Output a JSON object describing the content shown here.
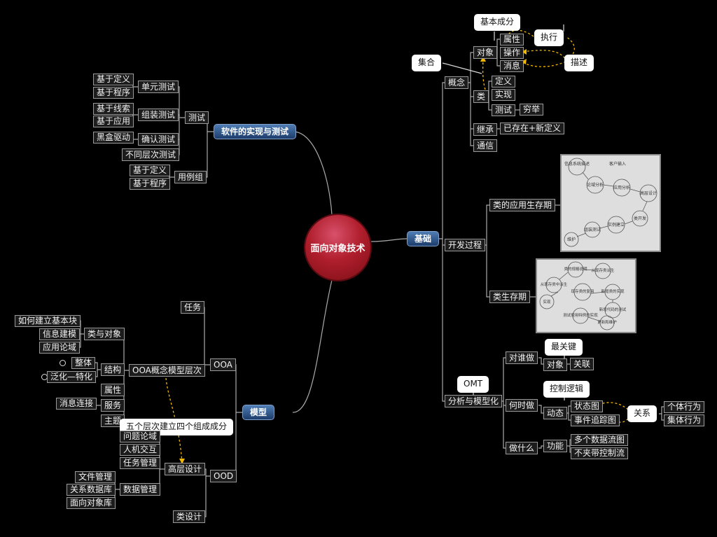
{
  "center": "面向对象技术",
  "branches": {
    "software": "软件的实现与测试",
    "basics": "基础",
    "model": "模型"
  },
  "testing": {
    "label": "测试",
    "unit": "单元测试",
    "unit_items": [
      "基于定义",
      "基于程序"
    ],
    "assembly": "组装测试",
    "assembly_items": [
      "基于线索",
      "基于应用"
    ],
    "confirm": "确认测试",
    "blackbox": "黑盒驱动",
    "levels": "不同层次测试",
    "usecase": "用例组",
    "usecase_items": [
      "基于定义",
      "基于程序"
    ]
  },
  "concept": {
    "label": "概念",
    "object": "对象",
    "object_items": [
      "属性",
      "操作",
      "消息"
    ],
    "class": "类",
    "class_items": [
      "定义",
      "实现",
      "测试"
    ],
    "exhaust": "穷举",
    "inherit": "继承",
    "inherit_detail": "已存在+新定义",
    "comm": "通信"
  },
  "callouts": {
    "basic": "基本成分",
    "collection": "集合",
    "execute": "执行",
    "describe": "描述",
    "key": "最关键",
    "omt": "OMT",
    "control": "控制逻辑",
    "relation": "关系",
    "five": "五个层次建立四个组成成分"
  },
  "devprocess": {
    "label": "开发过程",
    "app_lifecycle": "类的应用生存期",
    "class_lifecycle": "类生存期",
    "diagram1": [
      "信息系统描述",
      "客户输入",
      "论域分析",
      "应用分析",
      "高层设计",
      "类开发",
      "实例建立",
      "组装测试",
      "维护"
    ],
    "diagram2": [
      "类的规格说明",
      "从现存类派生",
      "从现存类中派生",
      "现存类的复用",
      "新增类的实现",
      "实现",
      "新增代码的测试",
      "测试使用特例的实现",
      "更新和维护"
    ]
  },
  "omt": {
    "label": "分析与模型化",
    "who": "对谁做",
    "object": "对象",
    "relation": "关联",
    "when": "何时做",
    "dynamic": "动态",
    "state_diagram": "状态图",
    "event_trace": "事件追踪图",
    "individual": "个体行为",
    "collective": "集体行为",
    "what": "做什么",
    "function": "功能",
    "dataflow": "多个数据流图",
    "no_control": "不夹带控制流"
  },
  "model": {
    "ooa": "OOA",
    "task": "任务",
    "ooa_layers": "OOA概念模型层次",
    "class_object": "类与对象",
    "co_items": [
      "如何建立基本块",
      "信息建模",
      "应用论域"
    ],
    "structure": "结构",
    "whole": "整体",
    "generalize": "泛化—特化",
    "attribute": "属性",
    "service": "服务",
    "message": "消息连接",
    "topic": "主题",
    "ood": "OOD",
    "high_design": "高层设计",
    "hd_items": [
      "问题论域",
      "人机交互",
      "任务管理"
    ],
    "data_mgmt": "数据管理",
    "dm_items": [
      "文件管理",
      "关系数据库",
      "面向对象库"
    ],
    "class_design": "类设计"
  }
}
